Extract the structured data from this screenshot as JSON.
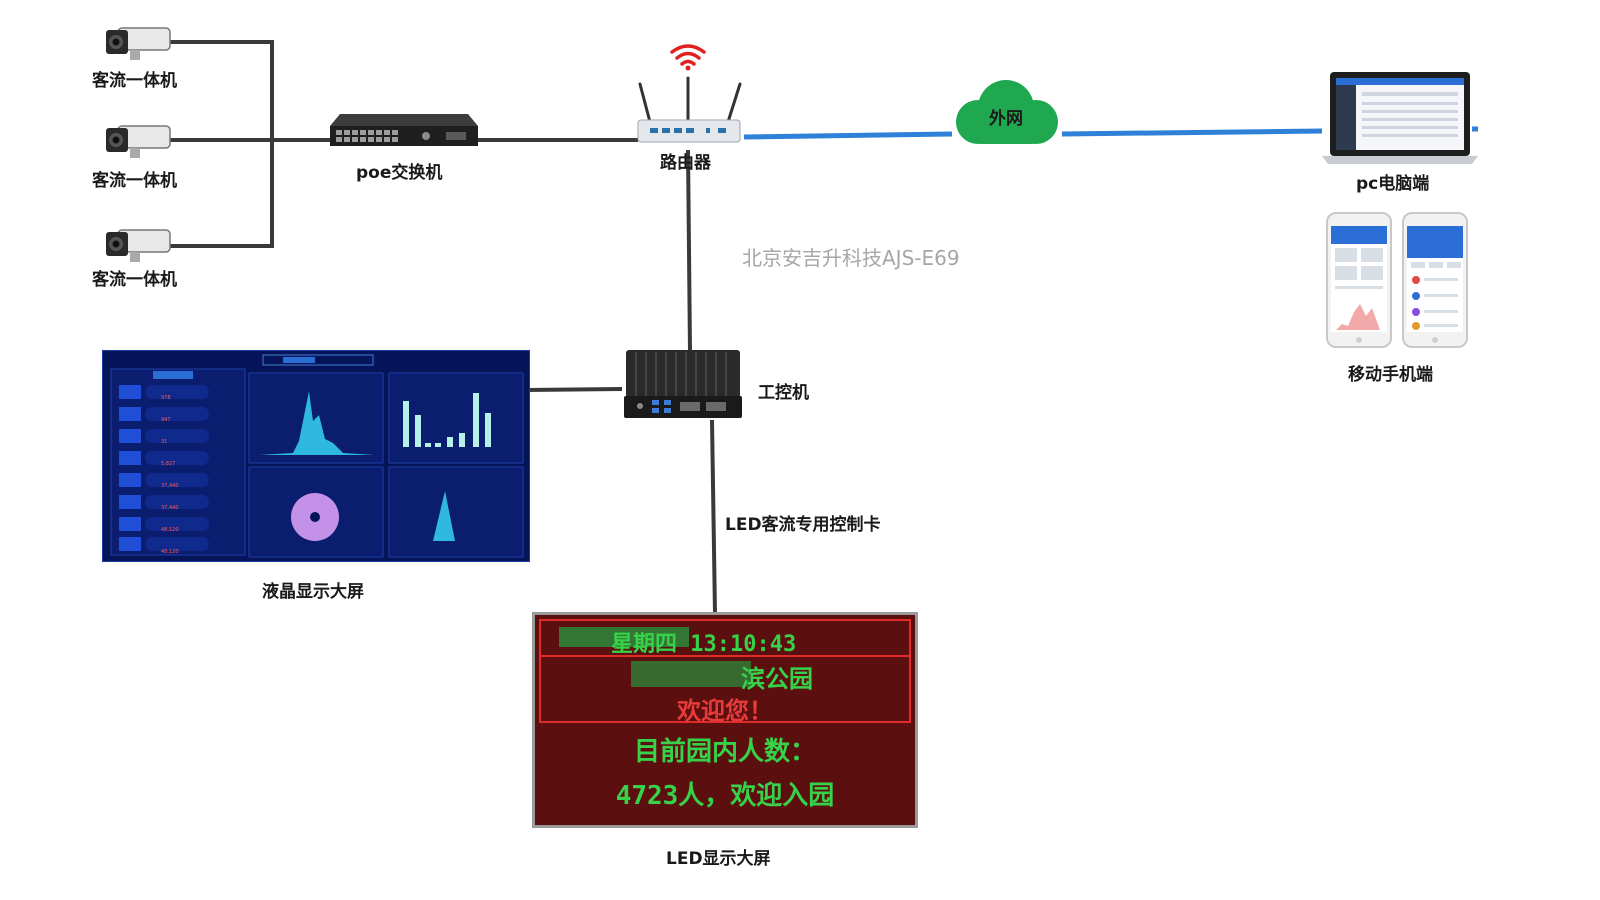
{
  "nodes": {
    "cameras": [
      {
        "label": "客流一体机"
      },
      {
        "label": "客流一体机"
      },
      {
        "label": "客流一体机"
      }
    ],
    "poe_switch": {
      "label": "poe交换机"
    },
    "router": {
      "label": "路由器"
    },
    "cloud": {
      "label": "外网"
    },
    "pc": {
      "label": "pc电脑端"
    },
    "mobile": {
      "label": "移动手机端"
    },
    "ipc": {
      "label": "工控机"
    },
    "lcd": {
      "label": "液晶显示大屏"
    },
    "led_card": {
      "label": "LED客流专用控制卡"
    },
    "led": {
      "label": "LED显示大屏"
    }
  },
  "watermark": "北京安吉升科技AJS-E69",
  "led_screen": {
    "date_time": "星期四 13:10:43",
    "park_name": "滨公园",
    "welcome": "欢迎您！",
    "count_label": "目前园内人数：",
    "count_value": "4723人，欢迎入园"
  },
  "lcd_screen": {
    "left_values": [
      "978",
      "947",
      "31",
      "5,827",
      "37,440",
      "37,440",
      "48,120",
      "48,120"
    ]
  },
  "colors": {
    "wired_link": "#3a3a3a",
    "internet_link": "#2f80d8",
    "cloud": "#1fa84f",
    "wifi": "#e02020",
    "led_green": "#36d24a",
    "led_red": "#e83a3a",
    "led_border": "#e02b2b",
    "lcd_bg": "#06145a"
  },
  "icons": [
    "camera-icon",
    "switch-icon",
    "router-icon",
    "wifi-icon",
    "cloud-icon",
    "laptop-icon",
    "phone-icon",
    "industrial-pc-icon"
  ]
}
